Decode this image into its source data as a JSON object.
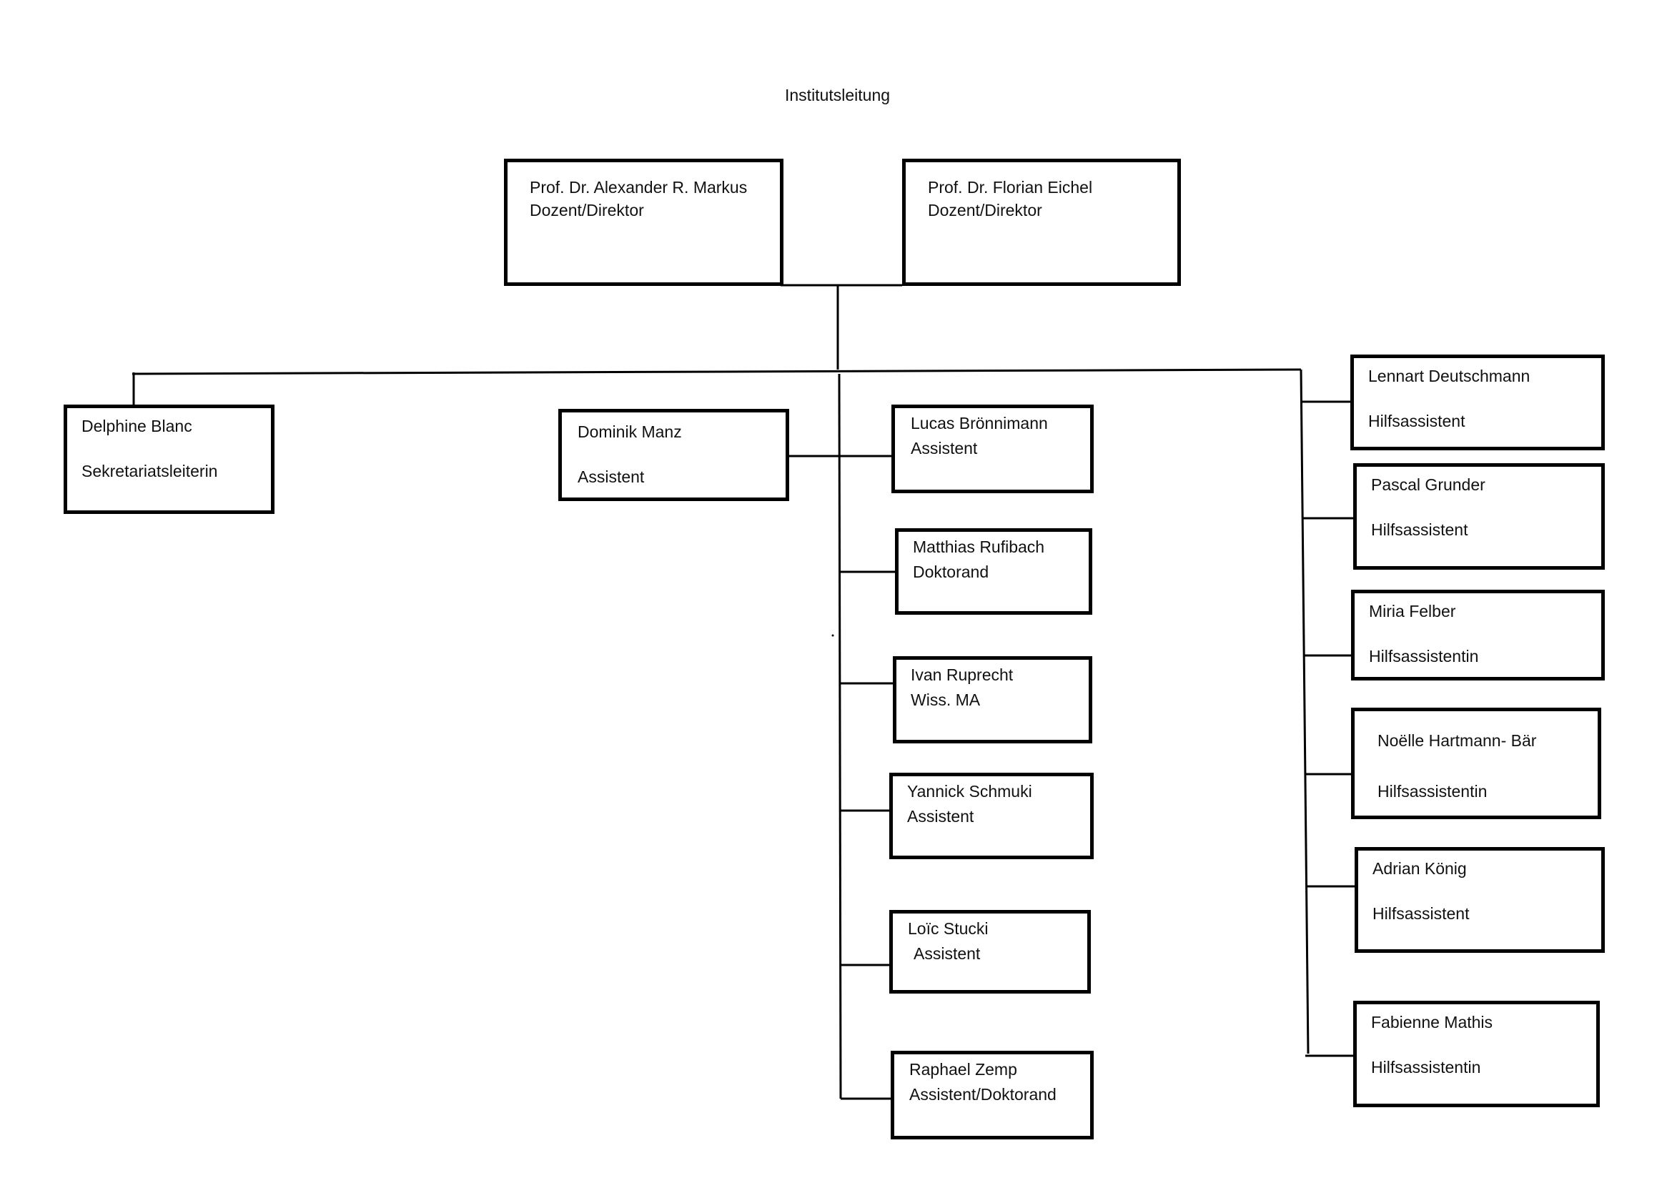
{
  "title": "Institutsleitung",
  "leadership": [
    {
      "name": "Prof. Dr. Alexander R. Markus",
      "role": "Dozent/Direktor"
    },
    {
      "name": "Prof. Dr. Florian Eichel",
      "role": "Dozent/Direktor"
    }
  ],
  "secretariat": {
    "name": "Delphine Blanc",
    "role": "Sekretariatsleiterin"
  },
  "assistant_lead": {
    "name": "Dominik Manz",
    "role": "Assistent"
  },
  "staff": [
    {
      "name": "Lucas Brönnimann",
      "role": "Assistent"
    },
    {
      "name": "Matthias Rufibach",
      "role": "Doktorand"
    },
    {
      "name": "Ivan Ruprecht",
      "role": "Wiss. MA"
    },
    {
      "name": "Yannick Schmuki",
      "role": "Assistent"
    },
    {
      "name": "Loïc Stucki",
      "role": "Assistent"
    },
    {
      "name": "Raphael Zemp",
      "role": "Assistent/Doktorand"
    }
  ],
  "helpers": [
    {
      "name": "Lennart Deutschmann",
      "role": "Hilfsassistent"
    },
    {
      "name": "Pascal Grunder",
      "role": "Hilfsassistent"
    },
    {
      "name": "Miria Felber",
      "role": "Hilfsassistentin"
    },
    {
      "name": "Noëlle Hartmann- Bär",
      "role": "Hilfsassistentin"
    },
    {
      "name": "Adrian König",
      "role": "Hilfsassistent"
    },
    {
      "name": "Fabienne Mathis",
      "role": "Hilfsassistentin"
    }
  ]
}
